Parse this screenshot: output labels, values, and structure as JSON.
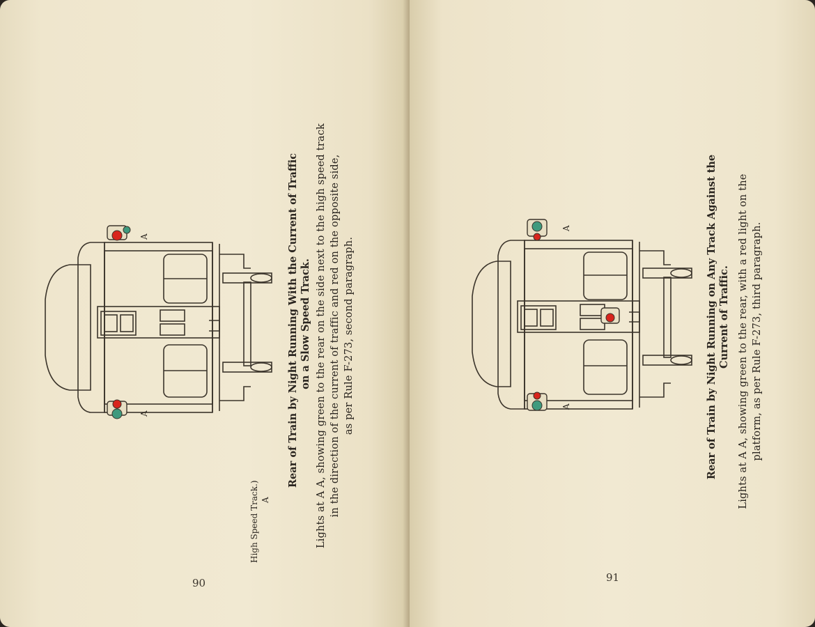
{
  "left_page": {
    "page_number": "90",
    "side_note_line1": "High Speed Track.)",
    "side_note_line2": "A",
    "light_label_top": "A",
    "light_label_bottom": "A",
    "caption_title_line1": "Rear of Train by Night Running With the Current of Traffic",
    "caption_title_line2": "on a Slow Speed Track.",
    "caption_body_line1": "Lights at A A, showing green to the rear on the side next to the high speed track",
    "caption_body_line2": "in the direction of the current of traffic and red on the opposite side,",
    "caption_body_line3": "as per Rule F-273, second paragraph."
  },
  "right_page": {
    "page_number": "91",
    "light_label_top": "A",
    "light_label_bottom": "A",
    "caption_title_line1": "Rear of Train by Night Running on Any Track Against the",
    "caption_title_line2": "Current of Traffic.",
    "caption_body_line1": "Lights at A A, showing green to the rear, with a red light on the",
    "caption_body_line2": "platform, as per Rule F-273, third paragraph."
  },
  "colors": {
    "paper": "#f1e9d2",
    "ink": "#2b2620",
    "signal_red": "#d8241c",
    "signal_green": "#3f9a7e"
  }
}
